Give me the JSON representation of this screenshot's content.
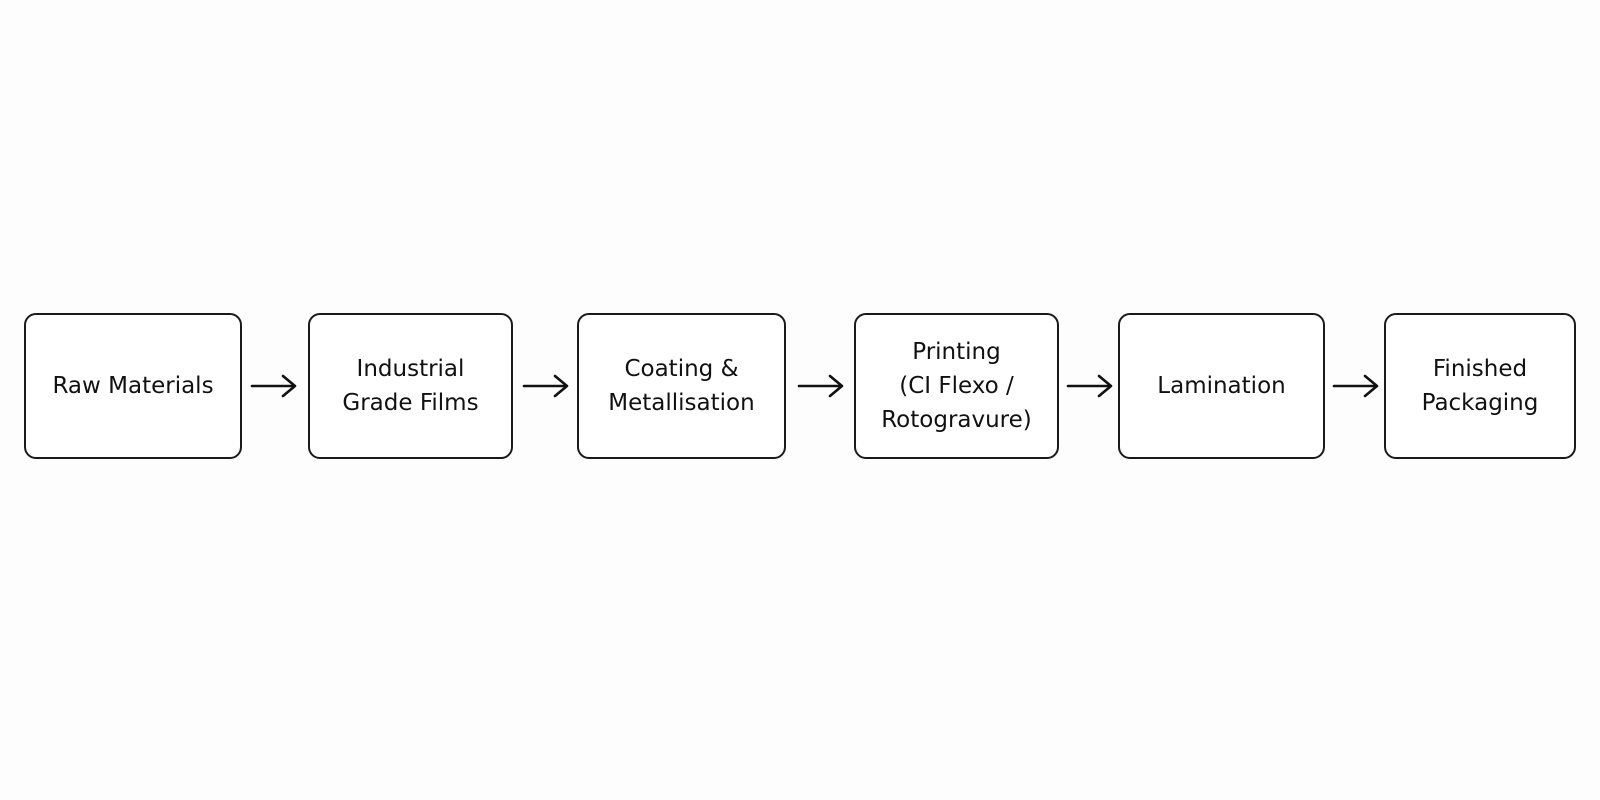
{
  "diagram": {
    "colors": {
      "background": "#fdfdfd",
      "box_border": "#1a1a1a",
      "box_fill": "#ffffff",
      "text": "#111111",
      "arrow": "#111111"
    },
    "steps": [
      {
        "label": "Raw Materials"
      },
      {
        "label": "Industrial\nGrade Films"
      },
      {
        "label": "Coating &\nMetallisation"
      },
      {
        "label": "Printing\n(CI Flexo /\nRotogravure)"
      },
      {
        "label": "Lamination"
      },
      {
        "label": "Finished\nPackaging"
      }
    ],
    "arrows": [
      {
        "icon": "arrow-right-icon"
      },
      {
        "icon": "arrow-right-icon"
      },
      {
        "icon": "arrow-right-icon"
      },
      {
        "icon": "arrow-right-icon"
      },
      {
        "icon": "arrow-right-icon"
      }
    ]
  }
}
